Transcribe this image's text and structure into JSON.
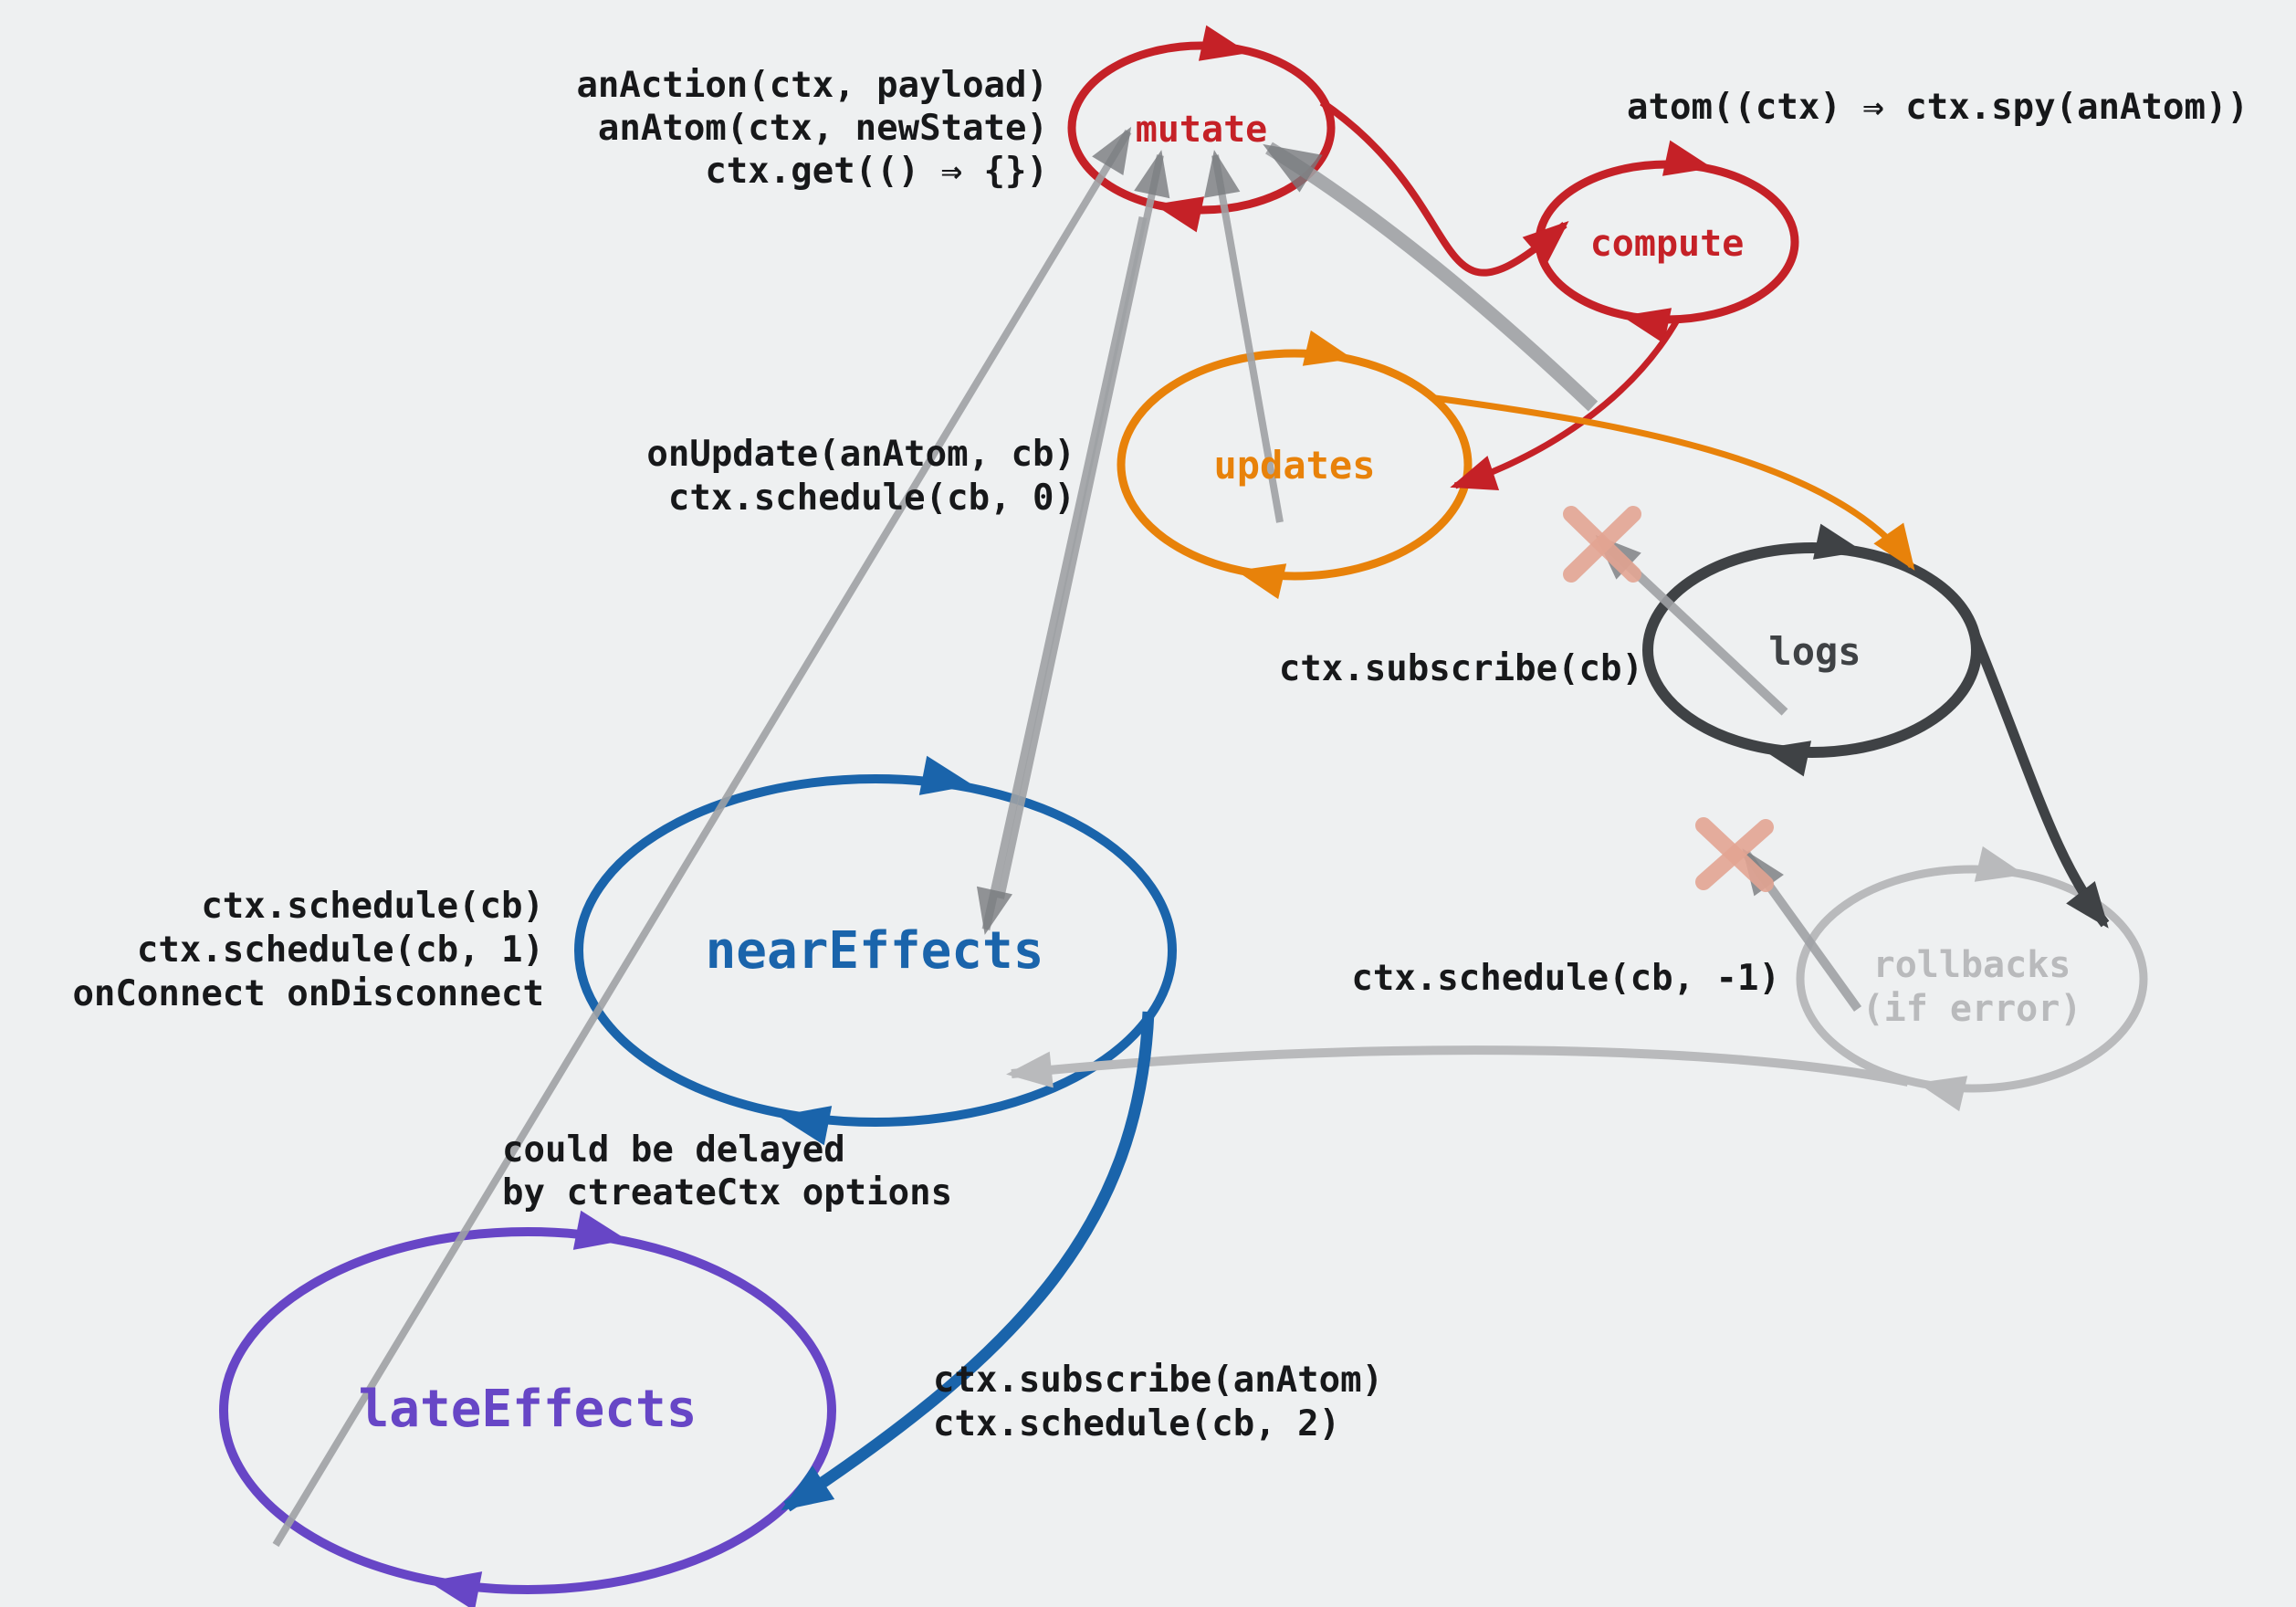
{
  "canvas": {
    "background": "#eef0f1"
  },
  "colors": {
    "red": "#c52127",
    "orange": "#e8820a",
    "dark": "#3f4245",
    "light_gray": "#b9babc",
    "blue": "#1a64ab",
    "purple": "#6746c6",
    "arrow_gray": "#9fa1a4",
    "arrowhead_gray": "#787b7e",
    "crossed_out_salmon": "#e2a492",
    "text": "#17181a"
  },
  "nodes": {
    "mutate": {
      "label": "mutate",
      "color": "#c52127"
    },
    "compute": {
      "label": "compute",
      "color": "#c52127"
    },
    "updates": {
      "label": "updates",
      "color": "#e8820a"
    },
    "logs": {
      "label": "logs",
      "color": "#3f4245"
    },
    "rollbacks": {
      "label": "rollbacks",
      "sublabel": "(if error)",
      "color": "#b9babc"
    },
    "nearEffects": {
      "label": "nearEffects",
      "color": "#1a64ab"
    },
    "lateEffects": {
      "label": "lateEffects",
      "color": "#6746c6"
    }
  },
  "annotations": {
    "mutate_inputs": {
      "lines": [
        "anAction(ctx, payload)",
        "anAtom(ctx, newState)",
        "ctx.get(() ⇒ {})"
      ]
    },
    "compute_source": {
      "lines": [
        "atom((ctx) ⇒ ctx.spy(anAtom))"
      ]
    },
    "on_update": {
      "lines": [
        "onUpdate(anAtom, cb)",
        "ctx.schedule(cb, 0)"
      ]
    },
    "subscribe_cb": {
      "lines": [
        "ctx.subscribe(cb)"
      ]
    },
    "near_effects_inputs": {
      "lines": [
        "ctx.schedule(cb)",
        "ctx.schedule(cb, 1)",
        "onConnect onDisconnect"
      ]
    },
    "rollback_schedule": {
      "lines": [
        "ctx.schedule(cb, -1)"
      ]
    },
    "delay_note": {
      "lines": [
        "could be delayed",
        "by ctreateCtx options"
      ]
    },
    "late_effects_inputs": {
      "lines": [
        "ctx.subscribe(anAtom)",
        "ctx.schedule(cb, 2)"
      ]
    }
  }
}
